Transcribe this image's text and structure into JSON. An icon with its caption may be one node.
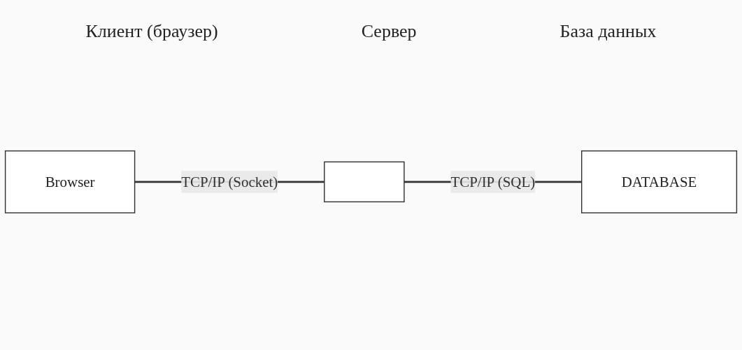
{
  "diagram": {
    "nodes": [
      {
        "text": [
          "Browser"
        ]
      },
      {
        "text": [],
        "shape": "box"
      },
      {
        "text": [
          "DATABASE"
        ]
      }
    ],
    "edges": [
      {
        "from": 0,
        "to": 1,
        "arrow": "none",
        "label": "TCP/IP (Socket)"
      },
      {
        "from": 1,
        "to": 2,
        "arrow": "none",
        "label": "TCP/IP (SQL)"
      }
    ],
    "labels": [
      "Клиент (браузер)",
      "Сервер",
      "База данных"
    ]
  }
}
